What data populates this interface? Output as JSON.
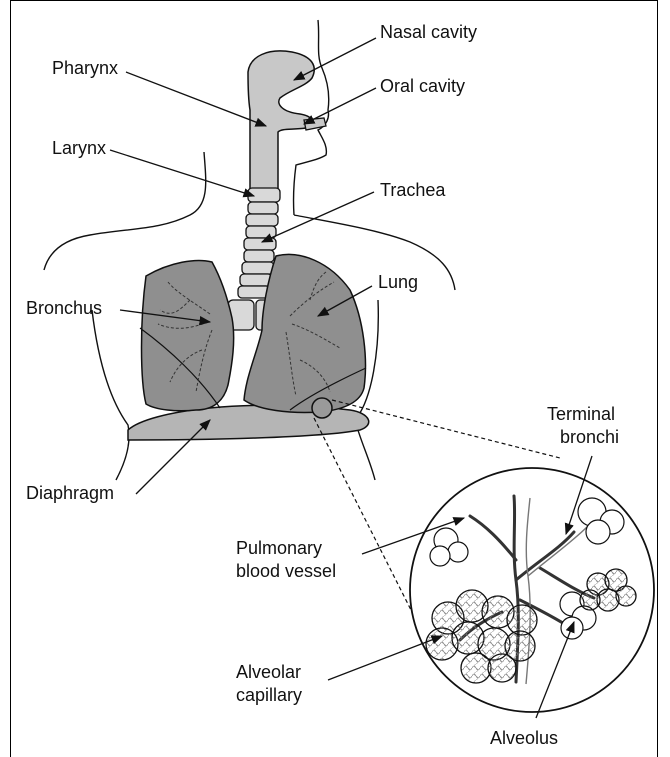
{
  "labels": {
    "nasal_cavity": "Nasal cavity",
    "pharynx": "Pharynx",
    "oral_cavity": "Oral cavity",
    "larynx": "Larynx",
    "trachea": "Trachea",
    "lung": "Lung",
    "bronchus": "Bronchus",
    "terminal_bronchi_1": "Terminal",
    "terminal_bronchi_2": "bronchi",
    "diaphragm": "Diaphragm",
    "pulmonary_1": "Pulmonary",
    "pulmonary_2": "blood vessel",
    "alveolar_1": "Alveolar",
    "alveolar_2": "capillary",
    "alveolus": "Alveolus"
  },
  "colors": {
    "lung_fill": "#8f8f8f",
    "airway_fill": "#c8c8c8",
    "diaphragm_fill": "#b5b5b5",
    "outline": "#111111"
  }
}
